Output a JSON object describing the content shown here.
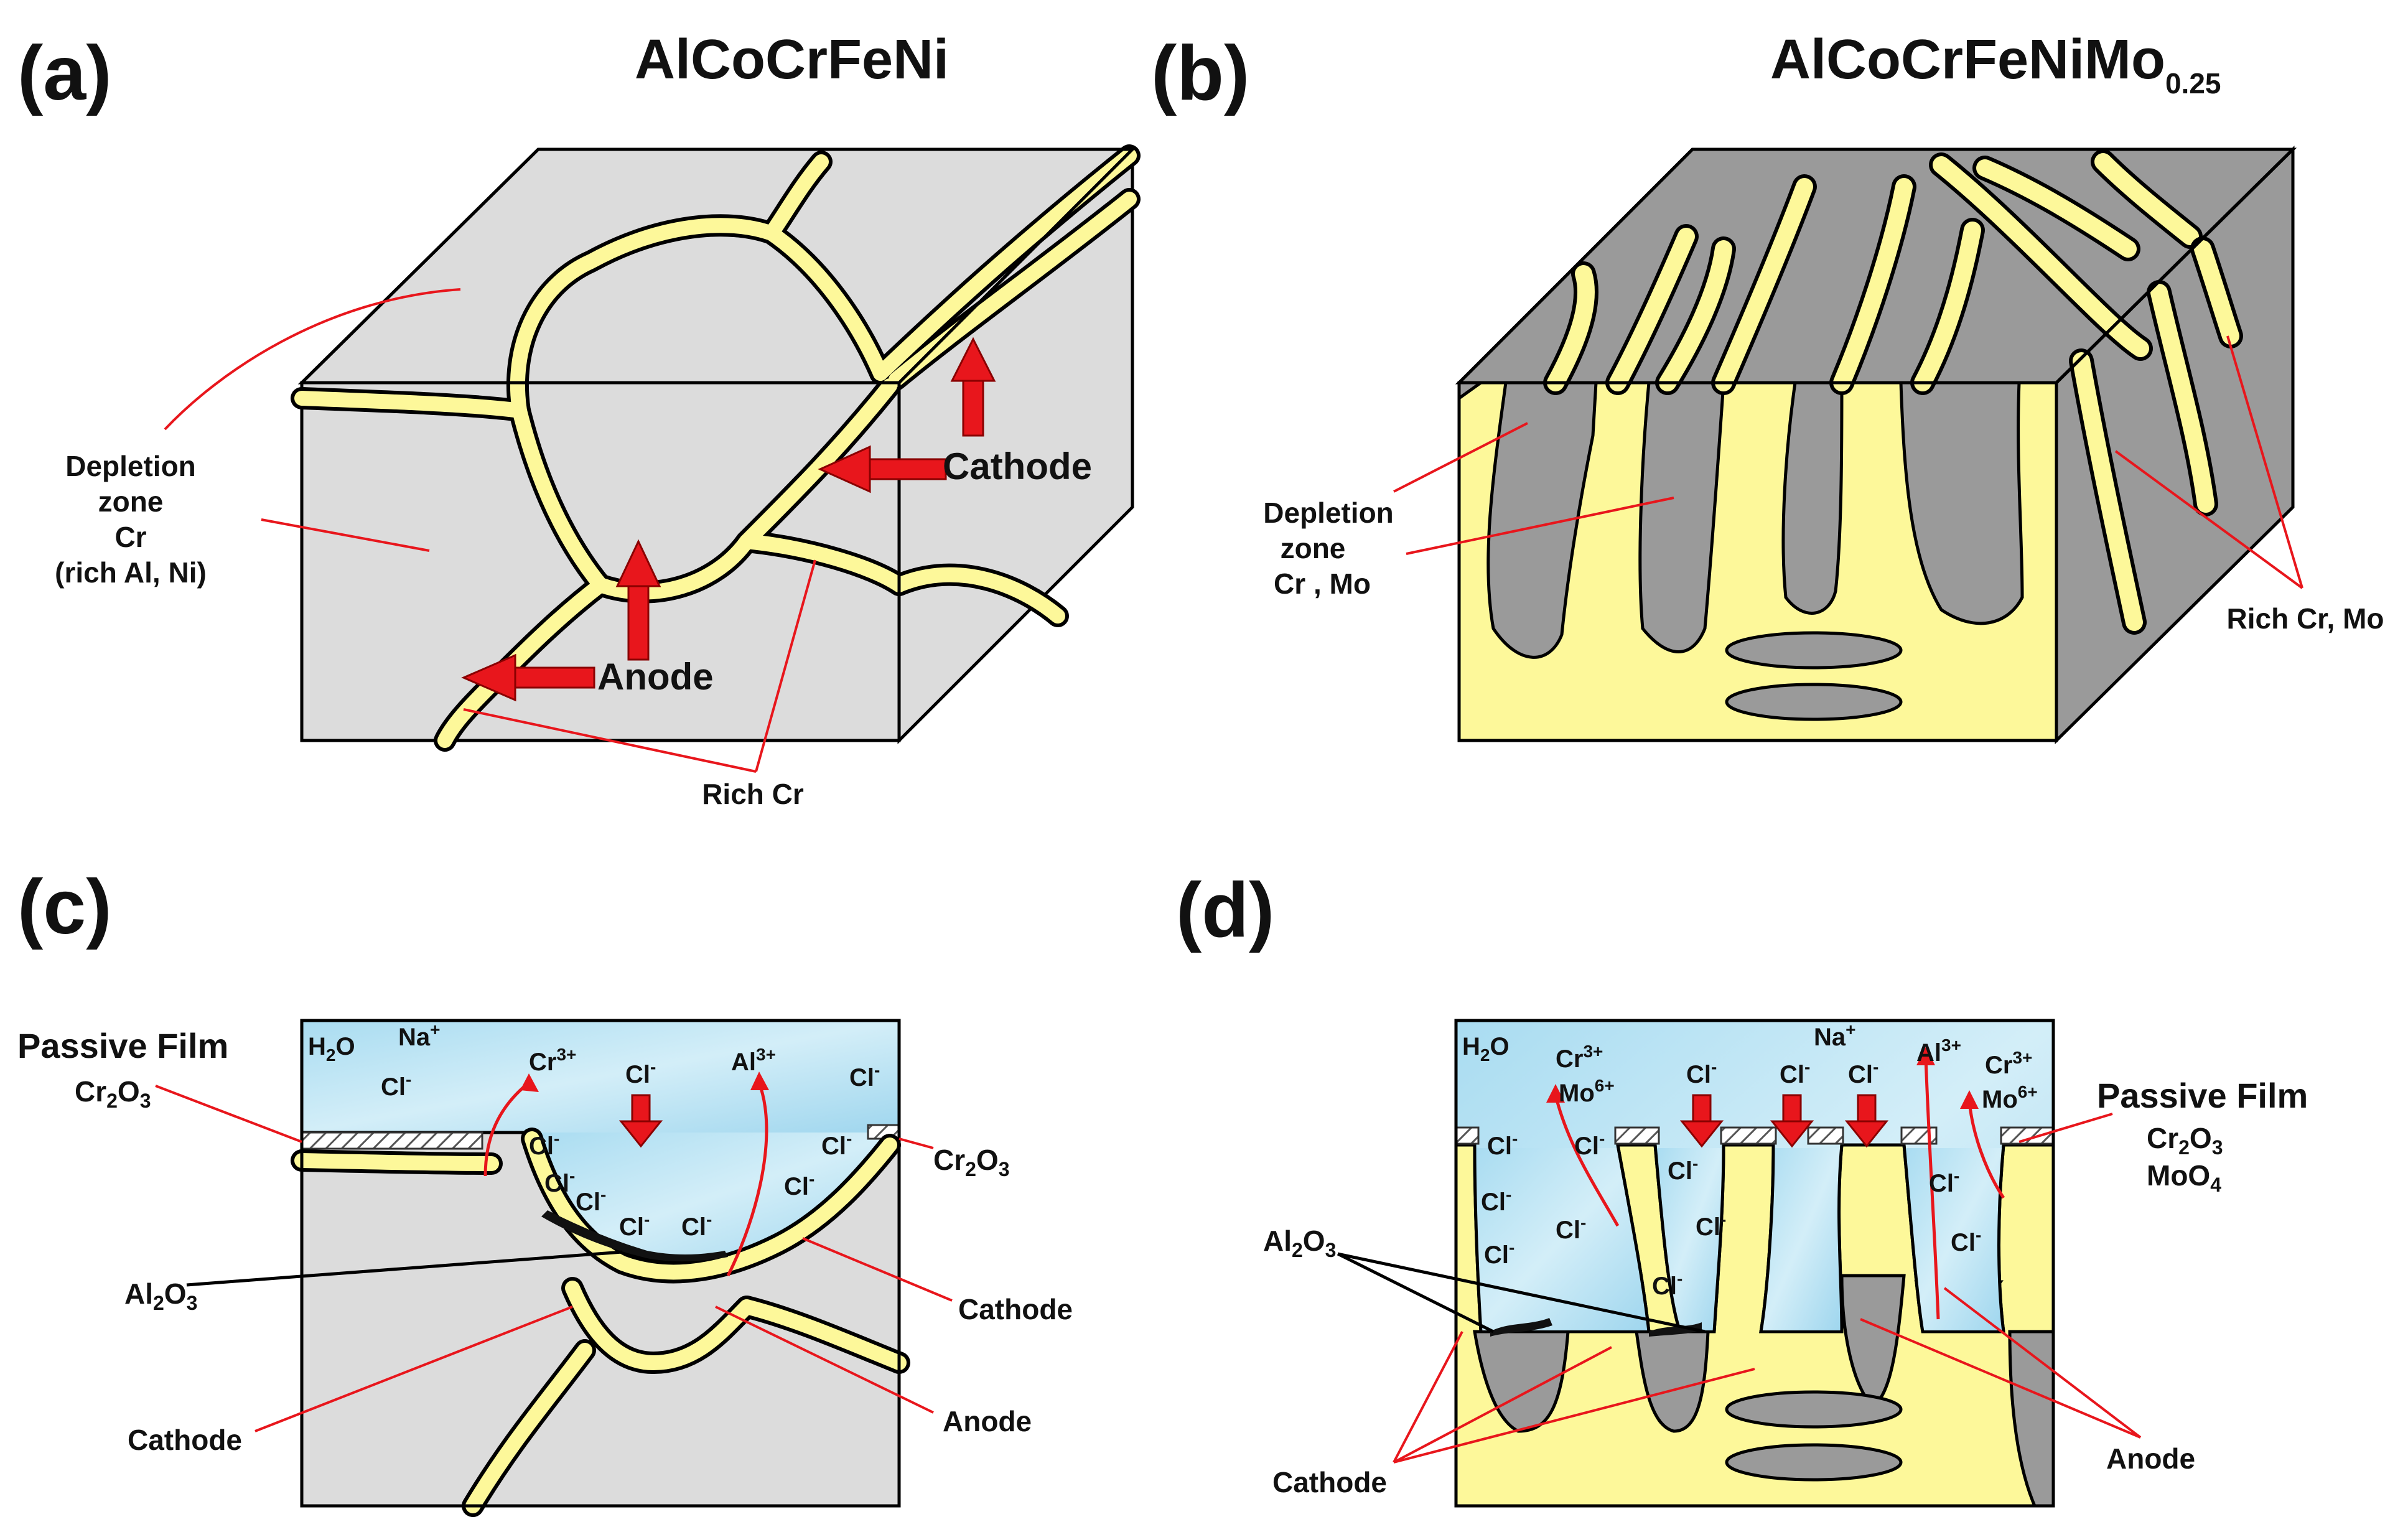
{
  "panels": {
    "a": {
      "label": "(a)",
      "title": "AlCoCrFeNi",
      "depletion_lines": [
        "Depletion",
        "zone",
        "Cr",
        "(rich Al, Ni)"
      ],
      "cathode": "Cathode",
      "anode": "Anode",
      "rich": "Rich Cr"
    },
    "b": {
      "label": "(b)",
      "title_main": "AlCoCrFeNiMo",
      "title_sub": "0.25",
      "depletion_lines": [
        "Depletion",
        "zone",
        "Cr , Mo"
      ],
      "rich": "Rich Cr, Mo"
    },
    "c": {
      "label": "(c)",
      "passive_film": "Passive Film",
      "cr2o3_left": {
        "base": "Cr",
        "sub1": "2",
        "mid": "O",
        "sub2": "3"
      },
      "cr2o3_right": {
        "base": "Cr",
        "sub1": "2",
        "mid": "O",
        "sub2": "3"
      },
      "al2o3": {
        "base": "Al",
        "sub1": "2",
        "mid": "O",
        "sub2": "3"
      },
      "h2o": {
        "base": "H",
        "sub": "2",
        "rest": "O"
      },
      "na": {
        "base": "Na",
        "sup": "+"
      },
      "cr3": {
        "base": "Cr",
        "sup": "3+"
      },
      "al3": {
        "base": "Al",
        "sup": "3+"
      },
      "cl": {
        "base": "Cl",
        "sup": "-"
      },
      "cathode_right": "Cathode",
      "cathode_left": "Cathode",
      "anode": "Anode"
    },
    "d": {
      "label": "(d)",
      "passive_film": "Passive Film",
      "cr2o3": {
        "base": "Cr",
        "sub1": "2",
        "mid": "O",
        "sub2": "3"
      },
      "moo4": {
        "base": "MoO",
        "sub": "4"
      },
      "al2o3": {
        "base": "Al",
        "sub1": "2",
        "mid": "O",
        "sub2": "3"
      },
      "h2o": {
        "base": "H",
        "sub": "2",
        "rest": "O"
      },
      "na": {
        "base": "Na",
        "sup": "+"
      },
      "cr3": {
        "base": "Cr",
        "sup": "3+"
      },
      "mo6": {
        "base": "Mo",
        "sup": "6+"
      },
      "al3": {
        "base": "Al",
        "sup": "3+"
      },
      "cl": {
        "base": "Cl",
        "sup": "-"
      },
      "cathode": "Cathode",
      "anode": "Anode"
    }
  },
  "colors": {
    "depletion_light": "#dcdcdc",
    "depletion_dark": "#9a9a9a",
    "rich_phase": "#fdf89a",
    "solution": "#b9e3f3",
    "arrow": "#e8161c",
    "leader": "#e8161c",
    "oxide": "#111111"
  }
}
